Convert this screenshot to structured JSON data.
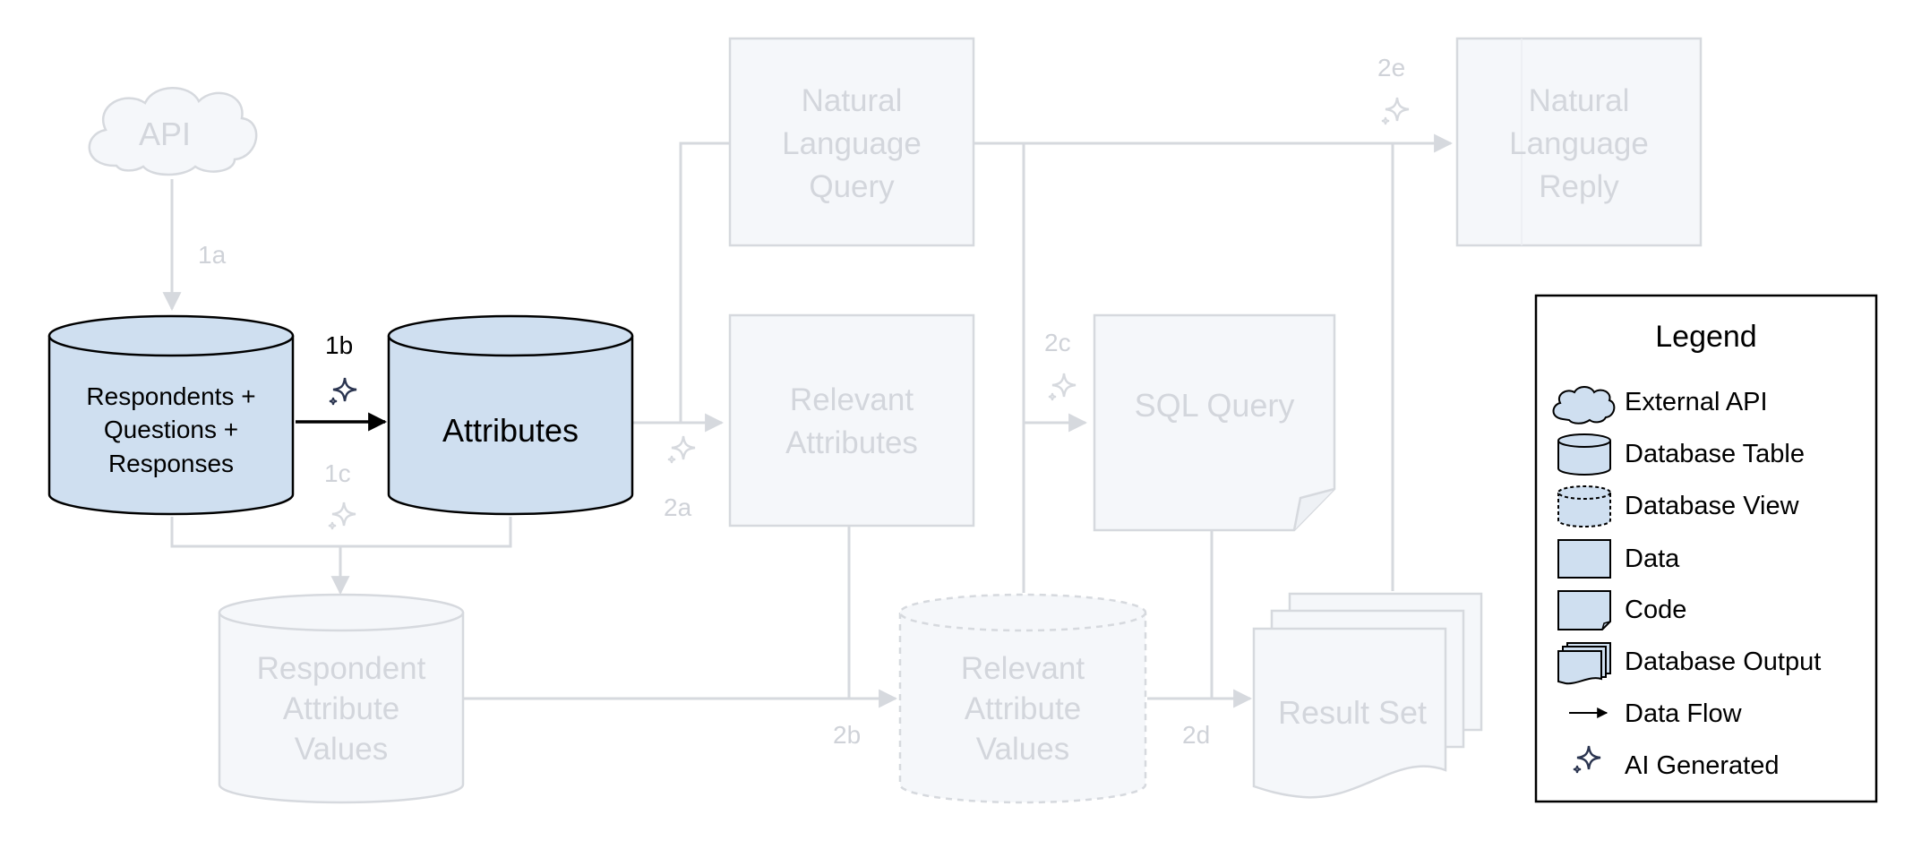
{
  "colors": {
    "faded_line": "#d6d9de",
    "faded_fill": "#f5f7fa",
    "faded_text": "#d3d6dc",
    "active_fill": "#cfdff0",
    "active_stroke": "#000000",
    "legend_fill": "#cfdff0",
    "sparkle_dark": "#2b3550"
  },
  "nodes": {
    "api": "API",
    "respondents": [
      "Respondents +",
      "Questions +",
      "Responses"
    ],
    "attributes": "Attributes",
    "respondent_attr_values": [
      "Respondent",
      "Attribute",
      "Values"
    ],
    "nl_query": [
      "Natural",
      "Language",
      "Query"
    ],
    "relevant_attributes": [
      "Relevant",
      "Attributes"
    ],
    "sql_query": "SQL Query",
    "relevant_attr_values": [
      "Relevant",
      "Attribute",
      "Values"
    ],
    "result_set": "Result Set",
    "nl_reply": [
      "Natural",
      "Language",
      "Reply"
    ]
  },
  "steps": {
    "s1a": "1a",
    "s1b": "1b",
    "s1c": "1c",
    "s2a": "2a",
    "s2b": "2b",
    "s2c": "2c",
    "s2d": "2d",
    "s2e": "2e"
  },
  "legend": {
    "title": "Legend",
    "items": [
      {
        "icon": "cloud-icon",
        "label": "External API"
      },
      {
        "icon": "cylinder-icon",
        "label": "Database Table"
      },
      {
        "icon": "dashed-cylinder-icon",
        "label": "Database View"
      },
      {
        "icon": "rectangle-icon",
        "label": "Data"
      },
      {
        "icon": "folded-page-icon",
        "label": "Code"
      },
      {
        "icon": "stacked-pages-icon",
        "label": "Database Output"
      },
      {
        "icon": "arrow-icon",
        "label": "Data Flow"
      },
      {
        "icon": "sparkle-icon",
        "label": "AI Generated"
      }
    ]
  }
}
